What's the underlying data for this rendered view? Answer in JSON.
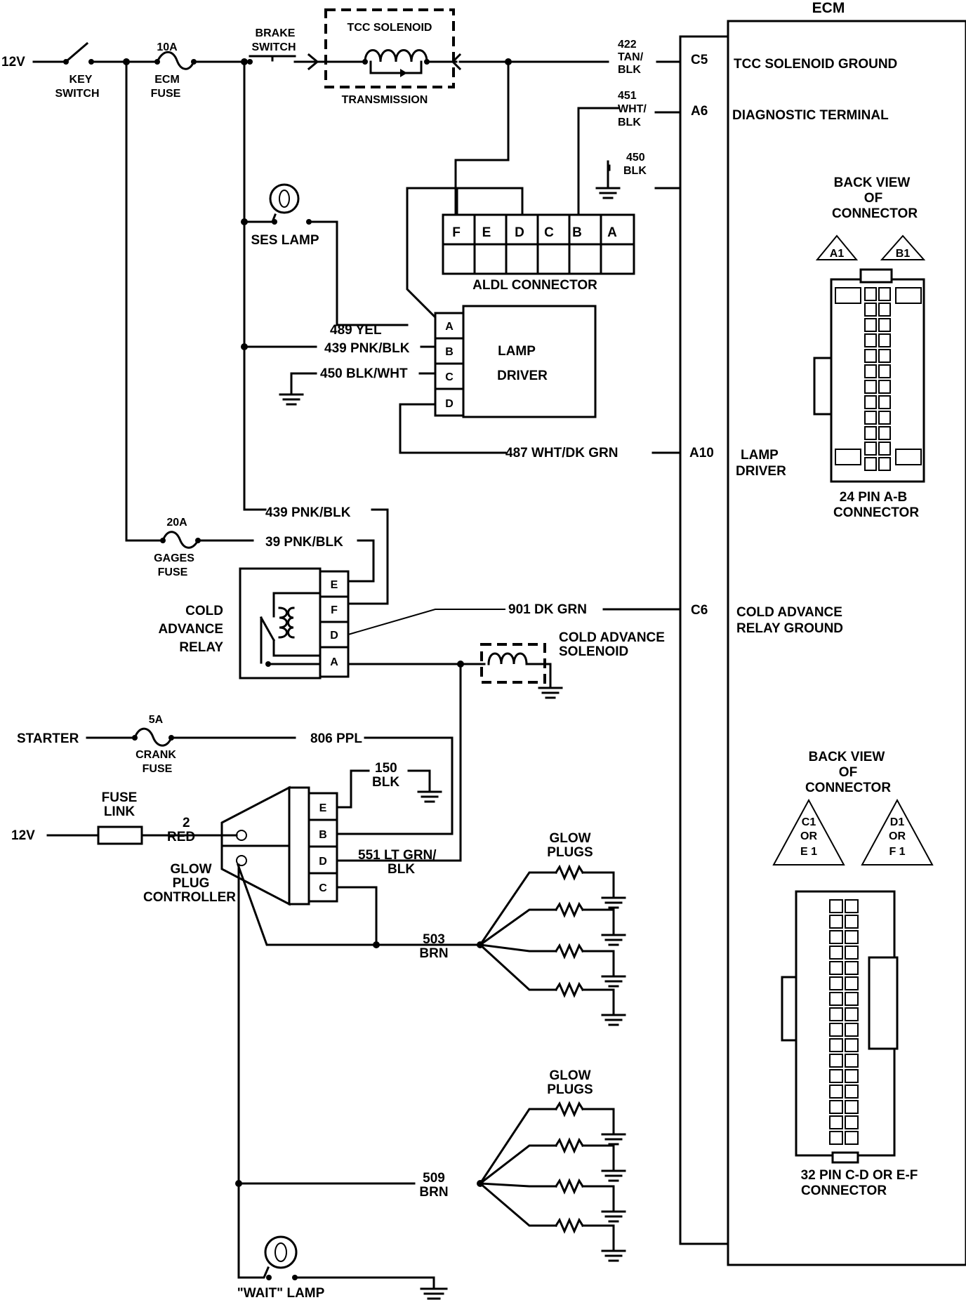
{
  "ecm": {
    "title": "ECM",
    "pins": [
      {
        "pin": "C5",
        "function": "TCC SOLENOID GROUND"
      },
      {
        "pin": "A6",
        "function": "DIAGNOSTIC TERMINAL"
      },
      {
        "pin": "A10",
        "function_lines": [
          "LAMP",
          "DRIVER"
        ]
      },
      {
        "pin": "C6",
        "function_lines": [
          "COLD ADVANCE",
          "RELAY GROUND"
        ]
      }
    ]
  },
  "power": {
    "v12_top": "12V",
    "key_switch": [
      "KEY",
      "SWITCH"
    ],
    "ecm_fuse": {
      "rating": "10A",
      "name": [
        "ECM",
        "FUSE"
      ]
    },
    "brake_switch": [
      "BRAKE",
      "SWITCH"
    ],
    "tcc": {
      "title": "TCC SOLENOID",
      "housing": "TRANSMISSION"
    },
    "gages_fuse": {
      "rating": "20A",
      "name": [
        "GAGES",
        "FUSE"
      ]
    },
    "starter": "STARTER",
    "crank_fuse": {
      "rating": "5A",
      "name": [
        "CRANK",
        "FUSE"
      ]
    },
    "v12_bottom": "12V",
    "fuse_link": [
      "FUSE",
      "LINK"
    ]
  },
  "wires": {
    "w422": [
      "422",
      "TAN/",
      "BLK"
    ],
    "w451": [
      "451",
      "WHT/",
      "BLK"
    ],
    "w450": [
      "450",
      "BLK"
    ],
    "w489": "489  YEL",
    "w439a": "439 PNK/BLK",
    "w450w": "450 BLK/WHT",
    "w487": "487 WHT/DK GRN",
    "w439b": "439 PNK/BLK",
    "w39": "39 PNK/BLK",
    "w901": "901 DK GRN",
    "w806": "806 PPL",
    "w150": [
      "150",
      "BLK"
    ],
    "w2": [
      "2",
      "RED"
    ],
    "w551": [
      "551 LT GRN/",
      "BLK"
    ],
    "w503": [
      "503",
      "BRN"
    ],
    "w509": [
      "509",
      "BRN"
    ]
  },
  "components": {
    "ses_lamp": "SES LAMP",
    "aldl": {
      "pins": [
        "F",
        "E",
        "D",
        "C",
        "B",
        "A"
      ],
      "label": "ALDL CONNECTOR"
    },
    "lamp_driver": {
      "pins": [
        "A",
        "B",
        "C",
        "D"
      ],
      "label": [
        "LAMP",
        "DRIVER"
      ]
    },
    "cold_relay": {
      "pins": [
        "E",
        "F",
        "D",
        "A"
      ],
      "label": [
        "COLD",
        "ADVANCE",
        "RELAY"
      ]
    },
    "cold_solenoid": [
      "COLD ADVANCE",
      "SOLENOID"
    ],
    "glow_controller": {
      "pins": [
        "E",
        "B",
        "D",
        "C"
      ],
      "label": [
        "GLOW",
        "PLUG",
        "CONTROLLER"
      ]
    },
    "glow_plugs_1": [
      "GLOW",
      "PLUGS"
    ],
    "glow_plugs_2": [
      "GLOW",
      "PLUGS"
    ],
    "wait_lamp": "\"WAIT\" LAMP"
  },
  "connectors": {
    "ab": {
      "back_view": [
        "BACK VIEW",
        "OF",
        "CONNECTOR"
      ],
      "tri_left": "A1",
      "tri_right": "B1",
      "name": [
        "24 PIN  A-B",
        "CONNECTOR"
      ]
    },
    "cd": {
      "back_view": [
        "BACK VIEW",
        "OF",
        "CONNECTOR"
      ],
      "tri_left": [
        "C1",
        "OR",
        "E 1"
      ],
      "tri_right": [
        "D1",
        "OR",
        "F 1"
      ],
      "name": [
        "32  PIN C-D OR E-F",
        "CONNECTOR"
      ]
    }
  }
}
